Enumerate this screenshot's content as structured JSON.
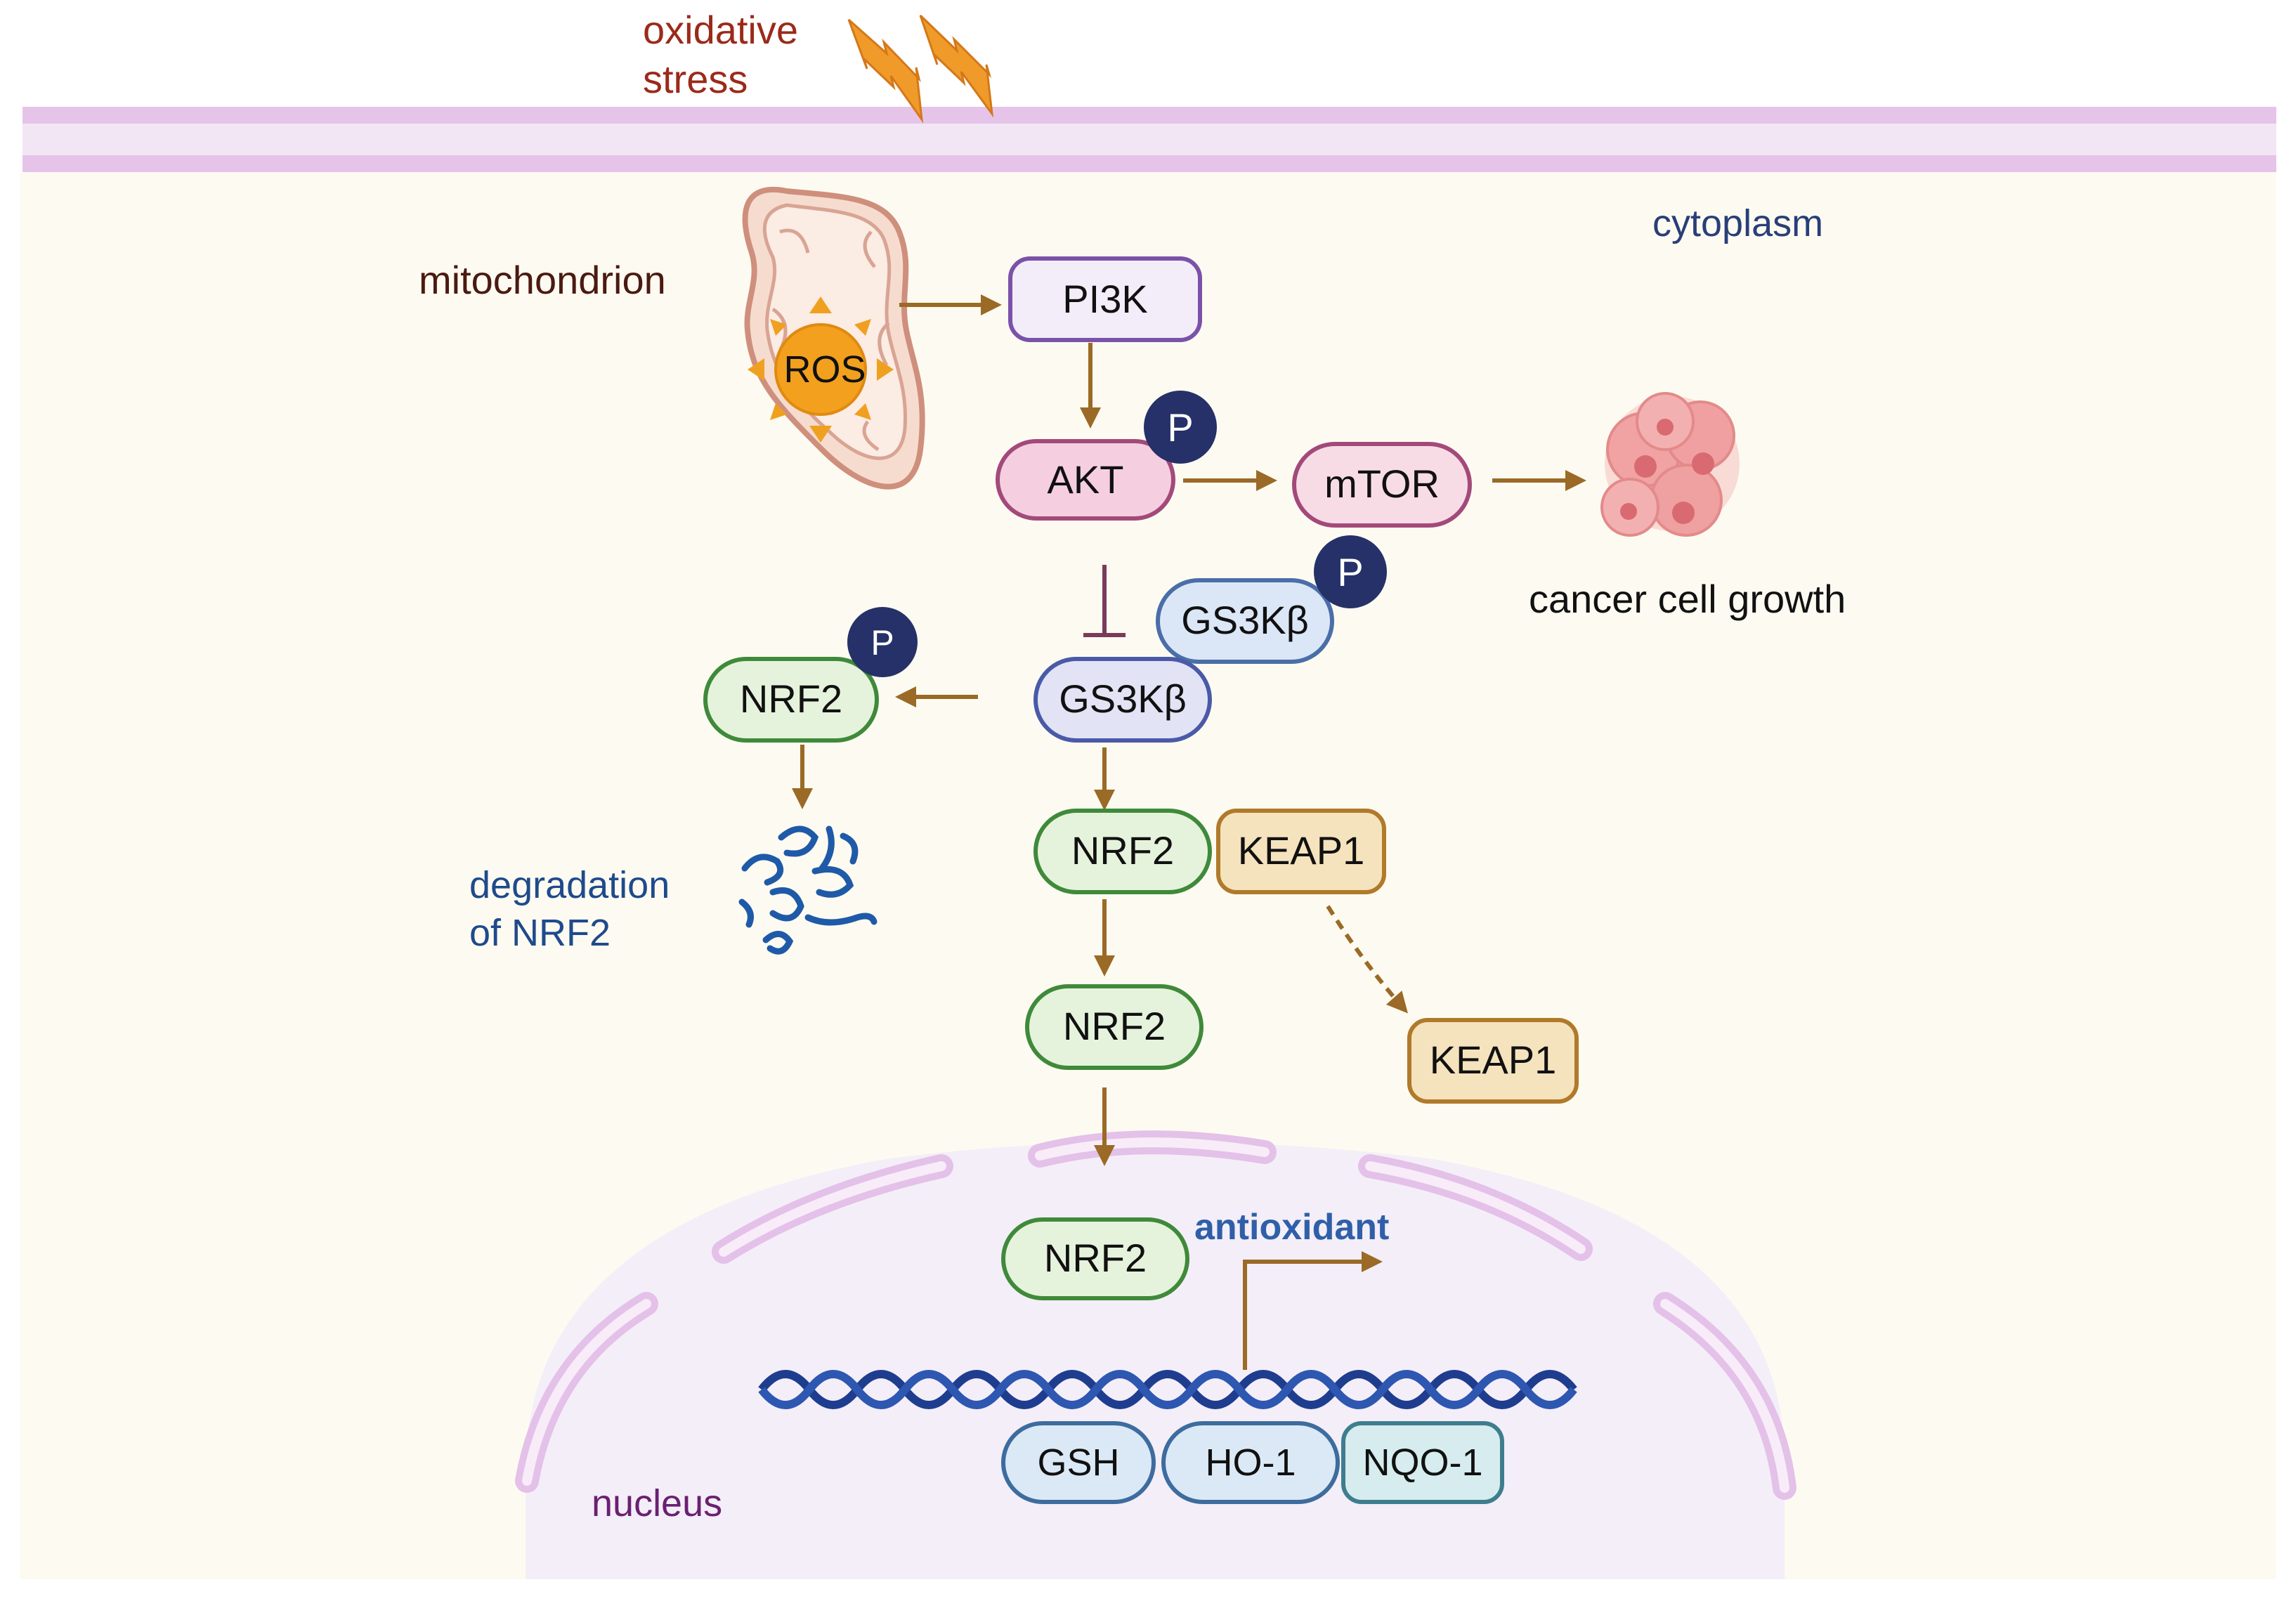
{
  "labels": {
    "oxidative_stress_line1": "oxidative",
    "oxidative_stress_line2": "stress",
    "cytoplasm": "cytoplasm",
    "mitochondrion": "mitochondrion",
    "ros": "ROS",
    "cancer_cell_growth": "cancer cell growth",
    "degradation_line1": "degradation",
    "degradation_line2": "of NRF2",
    "antioxidant": "antioxidant",
    "nucleus": "nucleus"
  },
  "nodes": {
    "pi3k": "PI3K",
    "akt": "AKT",
    "mtor": "mTOR",
    "gsk3b_phos": "GS3Kβ",
    "gsk3b": "GS3Kβ",
    "nrf2_phos": "NRF2",
    "nrf2_complex": "NRF2",
    "keap1_complex": "KEAP1",
    "nrf2_free": "NRF2",
    "keap1_free": "KEAP1",
    "nrf2_nuclear": "NRF2",
    "gsh": "GSH",
    "ho1": "HO-1",
    "nqo1": "NQO-1"
  },
  "badges": {
    "p_akt": "P",
    "p_gsk3b": "P",
    "p_nrf2": "P"
  },
  "colors": {
    "arrow": "#9a6a26",
    "membrane": "#e9c7ec",
    "cytoplasm": "#fdfbf1",
    "nucleus": "#f4eef8",
    "badge": "#253168",
    "dna": "#1f3d8f",
    "stress_text": "#9b2a1a",
    "degradation_text": "#1f4a8c",
    "antioxidant_text": "#2f5fa8",
    "nucleus_text": "#6a2070"
  }
}
